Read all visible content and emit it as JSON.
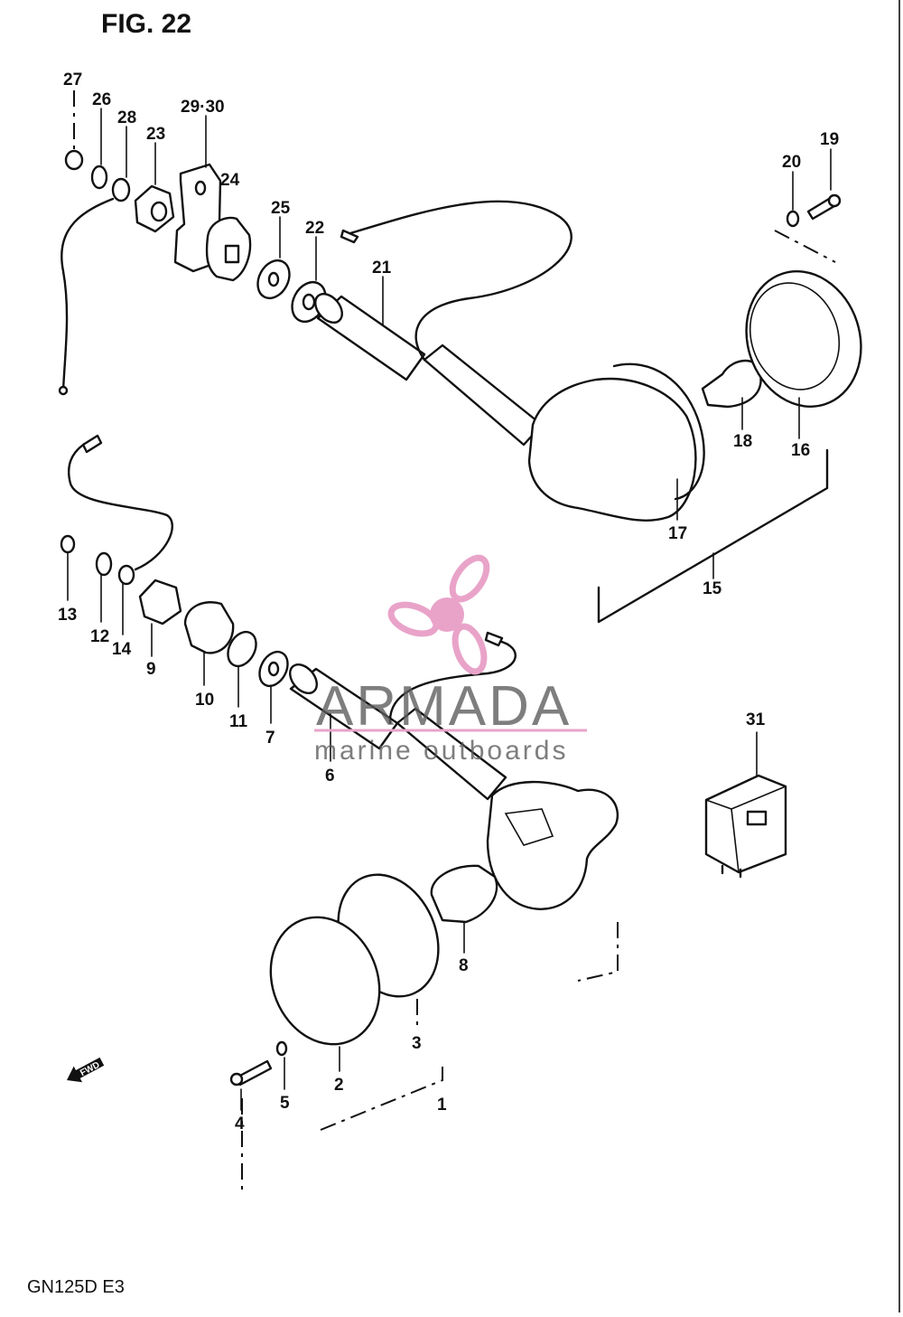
{
  "figure": {
    "title": "FIG. 22",
    "model": "GN125D  E3",
    "fwd_arrow": "FWD"
  },
  "watermark": {
    "brand": "ARMADA",
    "tagline": "marine outboards",
    "logo_color": "#e9a3c9",
    "line_color": "#e9a3c9"
  },
  "callouts": {
    "c1": "1",
    "c2": "2",
    "c3": "3",
    "c4": "4",
    "c5": "5",
    "c6": "6",
    "c7": "7",
    "c8": "8",
    "c9": "9",
    "c10": "10",
    "c11": "11",
    "c12": "12",
    "c13": "13",
    "c14": "14",
    "c15": "15",
    "c16": "16",
    "c17": "17",
    "c18": "18",
    "c19": "19",
    "c20": "20",
    "c21": "21",
    "c22": "22",
    "c23": "23",
    "c24": "24",
    "c25": "25",
    "c26": "26",
    "c27": "27",
    "c28": "28",
    "c29_30": "29·30",
    "c31": "31"
  }
}
